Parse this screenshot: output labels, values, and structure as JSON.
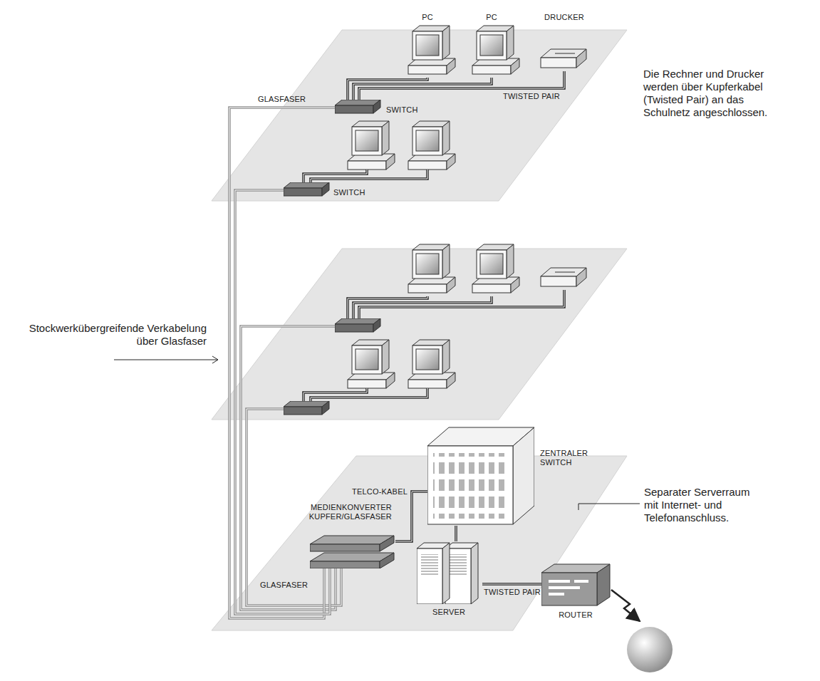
{
  "diagram": {
    "nodes": [
      {
        "text": [
          "PC"
        ]
      },
      {
        "text": [
          "PC"
        ]
      },
      {
        "text": [
          "DRUCKER"
        ]
      },
      {
        "text": [
          "SWITCH"
        ]
      },
      {
        "text": [
          "SWITCH"
        ]
      },
      {
        "text": [
          "ZENTRALER SWITCH"
        ]
      },
      {
        "text": [
          "MEDIENKONVERTER KUPFER/GLASFASER"
        ]
      },
      {
        "text": [
          "SERVER"
        ]
      },
      {
        "text": [
          "ROUTER"
        ]
      }
    ],
    "edges": [
      {
        "from": 3,
        "to": 0,
        "arrow": "none"
      },
      {
        "from": 3,
        "to": 1,
        "arrow": "none"
      },
      {
        "from": 3,
        "to": 2,
        "arrow": "none",
        "label": "TWISTED PAIR"
      },
      {
        "from": 3,
        "to": 6,
        "arrow": "none",
        "label": "GLASFASER"
      },
      {
        "from": 4,
        "to": 6,
        "arrow": "none"
      },
      {
        "from": 6,
        "to": 5,
        "arrow": "none",
        "label": "TELCO-KABEL"
      },
      {
        "from": 5,
        "to": 7,
        "arrow": "none"
      },
      {
        "from": 7,
        "to": 8,
        "arrow": "none",
        "label": "TWISTED PAIR"
      }
    ],
    "labels": [
      "Die Rechner und Drucker werden über Kupferkabel (Twisted Pair) an das Schulnetz angeschlossen.",
      "Stockwerkübergreifende Verkabelung über Glasfaser",
      "GLASFASER",
      "Separater Serverraum mit Internet- und Telefonanschluss."
    ]
  }
}
